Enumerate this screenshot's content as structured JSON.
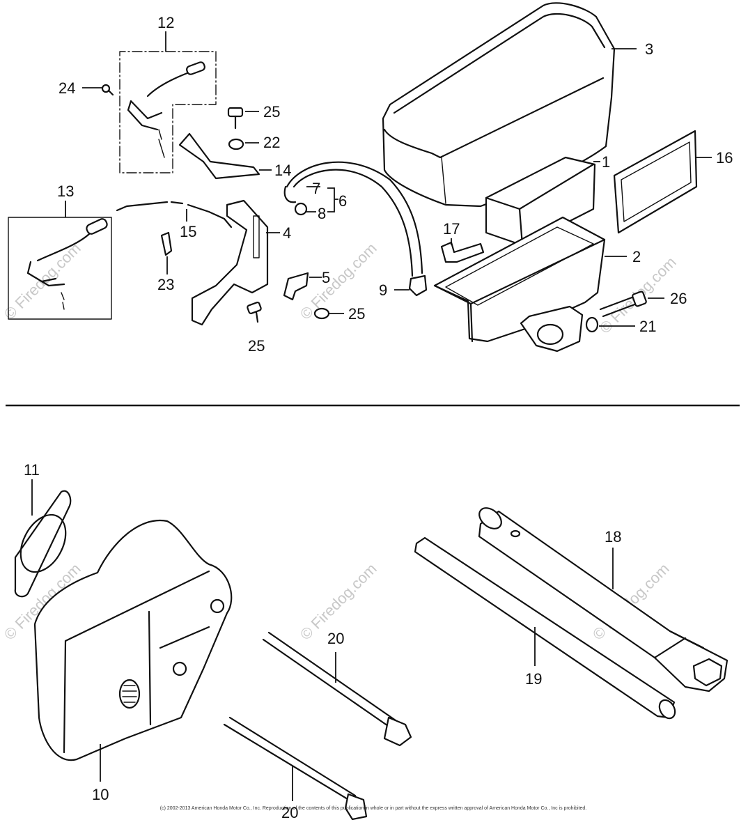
{
  "labels": {
    "l1": "1",
    "l2": "2",
    "l3": "3",
    "l4": "4",
    "l5": "5",
    "l6": "6",
    "l7": "7",
    "l8": "8",
    "l9": "9",
    "l10": "10",
    "l11": "11",
    "l12": "12",
    "l13": "13",
    "l14": "14",
    "l15": "15",
    "l16": "16",
    "l17": "17",
    "l18": "18",
    "l19": "19",
    "l20a": "20",
    "l20b": "20",
    "l21": "21",
    "l22": "22",
    "l23": "23",
    "l24": "24",
    "l25a": "25",
    "l25b": "25",
    "l25c": "25",
    "l26": "26"
  },
  "watermark": "© Firedog.com",
  "copyright": "(c) 2002-2013 American Honda Motor Co., Inc. Reproduction of the contents of this publication in whole or in part without the express written approval of American Honda Motor Co., Inc is prohibited."
}
